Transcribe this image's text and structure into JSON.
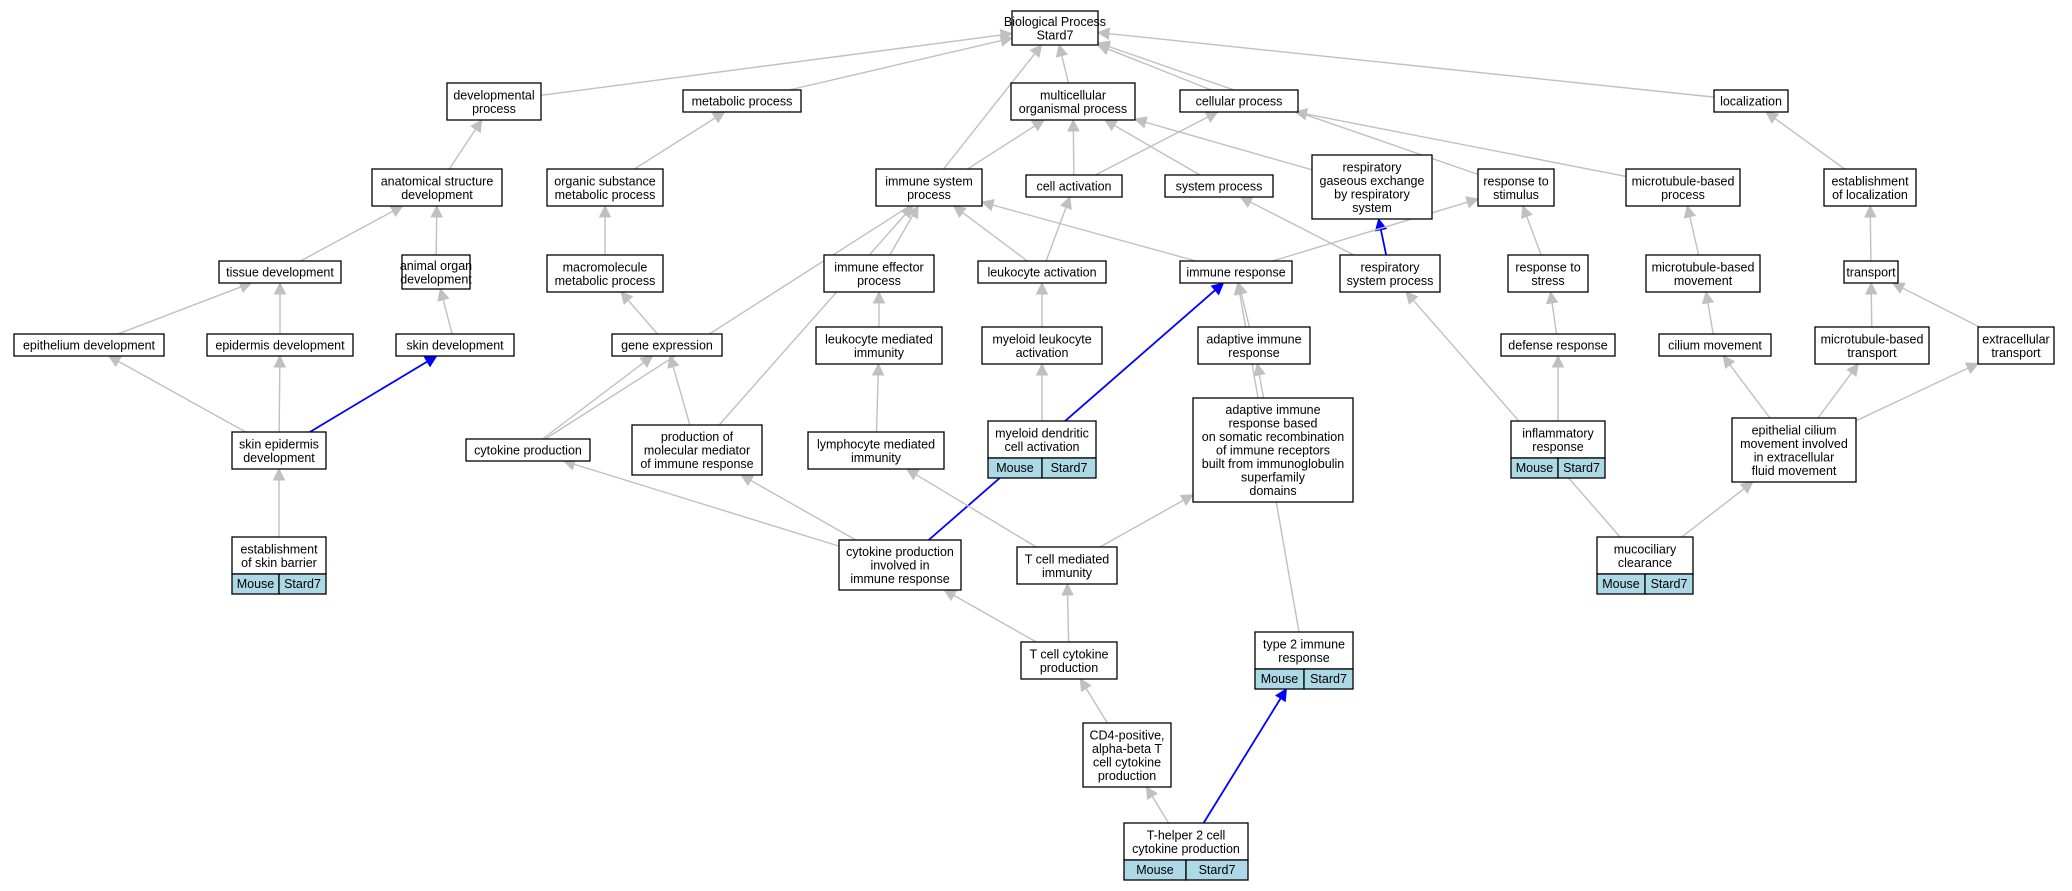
{
  "graph": {
    "colors": {
      "edge": "#c0c0c0",
      "highlight_edge": "#0000ff",
      "tag_fill": "#add8e6"
    },
    "nodes": [
      {
        "id": "bp",
        "lines": [
          "Biological Process",
          "Stard7"
        ]
      },
      {
        "id": "dev",
        "lines": [
          "developmental",
          "process"
        ]
      },
      {
        "id": "met",
        "lines": [
          "metabolic process"
        ]
      },
      {
        "id": "multi",
        "lines": [
          "multicellular",
          "organismal process"
        ]
      },
      {
        "id": "cell",
        "lines": [
          "cellular process"
        ]
      },
      {
        "id": "loc",
        "lines": [
          "localization"
        ]
      },
      {
        "id": "anat",
        "lines": [
          "anatomical structure",
          "development"
        ]
      },
      {
        "id": "org",
        "lines": [
          "organic substance",
          "metabolic process"
        ]
      },
      {
        "id": "imsys",
        "lines": [
          "immune system",
          "process"
        ]
      },
      {
        "id": "cellact",
        "lines": [
          "cell activation"
        ]
      },
      {
        "id": "syspro",
        "lines": [
          "system process"
        ]
      },
      {
        "id": "resp",
        "lines": [
          "respiratory",
          "gaseous exchange",
          "by respiratory",
          "system"
        ]
      },
      {
        "id": "stim",
        "lines": [
          "response to",
          "stimulus"
        ]
      },
      {
        "id": "mtp",
        "lines": [
          "microtubule-based",
          "process"
        ]
      },
      {
        "id": "estloc",
        "lines": [
          "establishment",
          "of localization"
        ]
      },
      {
        "id": "tissue",
        "lines": [
          "tissue development"
        ]
      },
      {
        "id": "animal",
        "lines": [
          "animal organ",
          "development"
        ]
      },
      {
        "id": "macro",
        "lines": [
          "macromolecule",
          "metabolic process"
        ]
      },
      {
        "id": "effector",
        "lines": [
          "immune effector",
          "process"
        ]
      },
      {
        "id": "leukact",
        "lines": [
          "leukocyte activation"
        ]
      },
      {
        "id": "immresp",
        "lines": [
          "immune response"
        ]
      },
      {
        "id": "respsys",
        "lines": [
          "respiratory",
          "system process"
        ]
      },
      {
        "id": "stress",
        "lines": [
          "response to",
          "stress"
        ]
      },
      {
        "id": "mtmove",
        "lines": [
          "microtubule-based",
          "movement"
        ]
      },
      {
        "id": "transport",
        "lines": [
          "transport"
        ]
      },
      {
        "id": "epith",
        "lines": [
          "epithelium development"
        ]
      },
      {
        "id": "epid",
        "lines": [
          "epidermis development"
        ]
      },
      {
        "id": "skindev",
        "lines": [
          "skin development"
        ]
      },
      {
        "id": "geneexp",
        "lines": [
          "gene expression"
        ]
      },
      {
        "id": "leukmed",
        "lines": [
          "leukocyte mediated",
          "immunity"
        ]
      },
      {
        "id": "myeloid",
        "lines": [
          "myeloid leukocyte",
          "activation"
        ]
      },
      {
        "id": "adaptive",
        "lines": [
          "adaptive immune",
          "response"
        ]
      },
      {
        "id": "defense",
        "lines": [
          "defense response"
        ]
      },
      {
        "id": "cilium",
        "lines": [
          "cilium movement"
        ]
      },
      {
        "id": "mttrans",
        "lines": [
          "microtubule-based",
          "transport"
        ]
      },
      {
        "id": "extra",
        "lines": [
          "extracellular",
          "transport"
        ]
      },
      {
        "id": "skinepi",
        "lines": [
          "skin epidermis",
          "development"
        ]
      },
      {
        "id": "cytprod",
        "lines": [
          "cytokine production"
        ]
      },
      {
        "id": "molmed",
        "lines": [
          "production of",
          "molecular mediator",
          "of immune response"
        ]
      },
      {
        "id": "lymph",
        "lines": [
          "lymphocyte mediated",
          "immunity"
        ]
      },
      {
        "id": "dendritic",
        "lines": [
          "myeloid dendritic",
          "cell activation"
        ],
        "tag": [
          "Mouse",
          "Stard7"
        ]
      },
      {
        "id": "adapsom",
        "lines": [
          "adaptive immune",
          "response based",
          "on somatic recombination",
          "of immune receptors",
          "built from immunoglobulin",
          "superfamily",
          "domains"
        ]
      },
      {
        "id": "inflam",
        "lines": [
          "inflammatory",
          "response"
        ],
        "tag": [
          "Mouse",
          "Stard7"
        ]
      },
      {
        "id": "epicilium",
        "lines": [
          "epithelial cilium",
          "movement involved",
          "in extracellular",
          "fluid movement"
        ]
      },
      {
        "id": "estskin",
        "lines": [
          "establishment",
          "of skin barrier"
        ],
        "tag": [
          "Mouse",
          "Stard7"
        ]
      },
      {
        "id": "cytimm",
        "lines": [
          "cytokine production",
          "involved in",
          "immune response"
        ]
      },
      {
        "id": "tmed",
        "lines": [
          "T cell mediated",
          "immunity"
        ]
      },
      {
        "id": "mucocil",
        "lines": [
          "mucociliary",
          "clearance"
        ],
        "tag": [
          "Mouse",
          "Stard7"
        ]
      },
      {
        "id": "tcyt",
        "lines": [
          "T cell cytokine",
          "production"
        ]
      },
      {
        "id": "type2",
        "lines": [
          "type 2 immune",
          "response"
        ],
        "tag": [
          "Mouse",
          "Stard7"
        ]
      },
      {
        "id": "cd4",
        "lines": [
          "CD4-positive,",
          "alpha-beta T",
          "cell cytokine",
          "production"
        ]
      },
      {
        "id": "th2",
        "lines": [
          "T-helper 2 cell",
          "cytokine production"
        ],
        "tag": [
          "Mouse",
          "Stard7"
        ]
      }
    ],
    "edges": [
      {
        "from": "dev",
        "to": "bp"
      },
      {
        "from": "met",
        "to": "bp"
      },
      {
        "from": "multi",
        "to": "bp"
      },
      {
        "from": "cell",
        "to": "bp"
      },
      {
        "from": "loc",
        "to": "bp"
      },
      {
        "from": "imsys",
        "to": "bp"
      },
      {
        "from": "stim",
        "to": "bp"
      },
      {
        "from": "anat",
        "to": "dev"
      },
      {
        "from": "org",
        "to": "met"
      },
      {
        "from": "cellact",
        "to": "multi"
      },
      {
        "from": "syspro",
        "to": "multi"
      },
      {
        "from": "resp",
        "to": "multi"
      },
      {
        "from": "cytprod",
        "to": "multi"
      },
      {
        "from": "cellact",
        "to": "cell"
      },
      {
        "from": "mtp",
        "to": "cell"
      },
      {
        "from": "estloc",
        "to": "loc"
      },
      {
        "from": "tissue",
        "to": "anat"
      },
      {
        "from": "animal",
        "to": "anat"
      },
      {
        "from": "macro",
        "to": "org"
      },
      {
        "from": "effector",
        "to": "imsys"
      },
      {
        "from": "leukact",
        "to": "imsys"
      },
      {
        "from": "immresp",
        "to": "imsys"
      },
      {
        "from": "molmed",
        "to": "imsys"
      },
      {
        "from": "leukact",
        "to": "cellact"
      },
      {
        "from": "respsys",
        "to": "syspro"
      },
      {
        "from": "respsys",
        "to": "resp",
        "highlight": true
      },
      {
        "from": "immresp",
        "to": "stim"
      },
      {
        "from": "stress",
        "to": "stim"
      },
      {
        "from": "mtmove",
        "to": "mtp"
      },
      {
        "from": "transport",
        "to": "estloc"
      },
      {
        "from": "epith",
        "to": "tissue"
      },
      {
        "from": "epid",
        "to": "tissue"
      },
      {
        "from": "skindev",
        "to": "animal"
      },
      {
        "from": "geneexp",
        "to": "macro"
      },
      {
        "from": "leukmed",
        "to": "effector"
      },
      {
        "from": "myeloid",
        "to": "leukact"
      },
      {
        "from": "adaptive",
        "to": "immresp"
      },
      {
        "from": "type2",
        "to": "immresp"
      },
      {
        "from": "cytimm",
        "to": "immresp",
        "highlight": true
      },
      {
        "from": "defense",
        "to": "stress"
      },
      {
        "from": "cilium",
        "to": "mtmove"
      },
      {
        "from": "mttrans",
        "to": "transport"
      },
      {
        "from": "extra",
        "to": "transport"
      },
      {
        "from": "skinepi",
        "to": "epith"
      },
      {
        "from": "skinepi",
        "to": "epid"
      },
      {
        "from": "skinepi",
        "to": "skindev",
        "highlight": true
      },
      {
        "from": "cytprod",
        "to": "geneexp"
      },
      {
        "from": "molmed",
        "to": "geneexp"
      },
      {
        "from": "lymph",
        "to": "leukmed"
      },
      {
        "from": "dendritic",
        "to": "myeloid"
      },
      {
        "from": "adapsom",
        "to": "adaptive"
      },
      {
        "from": "inflam",
        "to": "defense"
      },
      {
        "from": "epicilium",
        "to": "cilium"
      },
      {
        "from": "epicilium",
        "to": "mttrans"
      },
      {
        "from": "epicilium",
        "to": "extra"
      },
      {
        "from": "estskin",
        "to": "skinepi"
      },
      {
        "from": "cytimm",
        "to": "cytprod"
      },
      {
        "from": "cytimm",
        "to": "molmed"
      },
      {
        "from": "tmed",
        "to": "lymph"
      },
      {
        "from": "tmed",
        "to": "adapsom"
      },
      {
        "from": "mucocil",
        "to": "respsys"
      },
      {
        "from": "mucocil",
        "to": "epicilium"
      },
      {
        "from": "tcyt",
        "to": "cytimm"
      },
      {
        "from": "tcyt",
        "to": "tmed"
      },
      {
        "from": "cd4",
        "to": "tcyt"
      },
      {
        "from": "th2",
        "to": "cd4"
      },
      {
        "from": "th2",
        "to": "type2",
        "highlight": true
      }
    ]
  }
}
